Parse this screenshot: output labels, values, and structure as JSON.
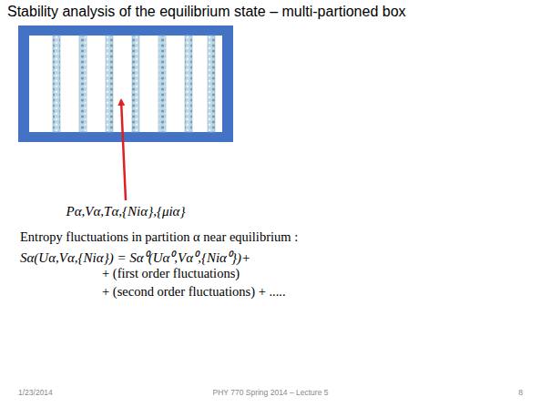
{
  "diagram": {
    "title": "Stability analysis of the equilibrium state – multi-partioned box",
    "labels": [
      "Pα,Vα,Tα,{Niα},{μiα}",
      "Entropy fluctuations in partition α near equilibrium :",
      "Sα(Uα,Vα,{Niα}) = Sα⁰(Uα⁰,Vα⁰,{Niα⁰})+",
      "+ (first order fluctuations)",
      "+ (second order fluctuations) + .....",
      "1/23/2014",
      "PHY 770 Spring 2014 – Lecture 5",
      "8"
    ]
  }
}
